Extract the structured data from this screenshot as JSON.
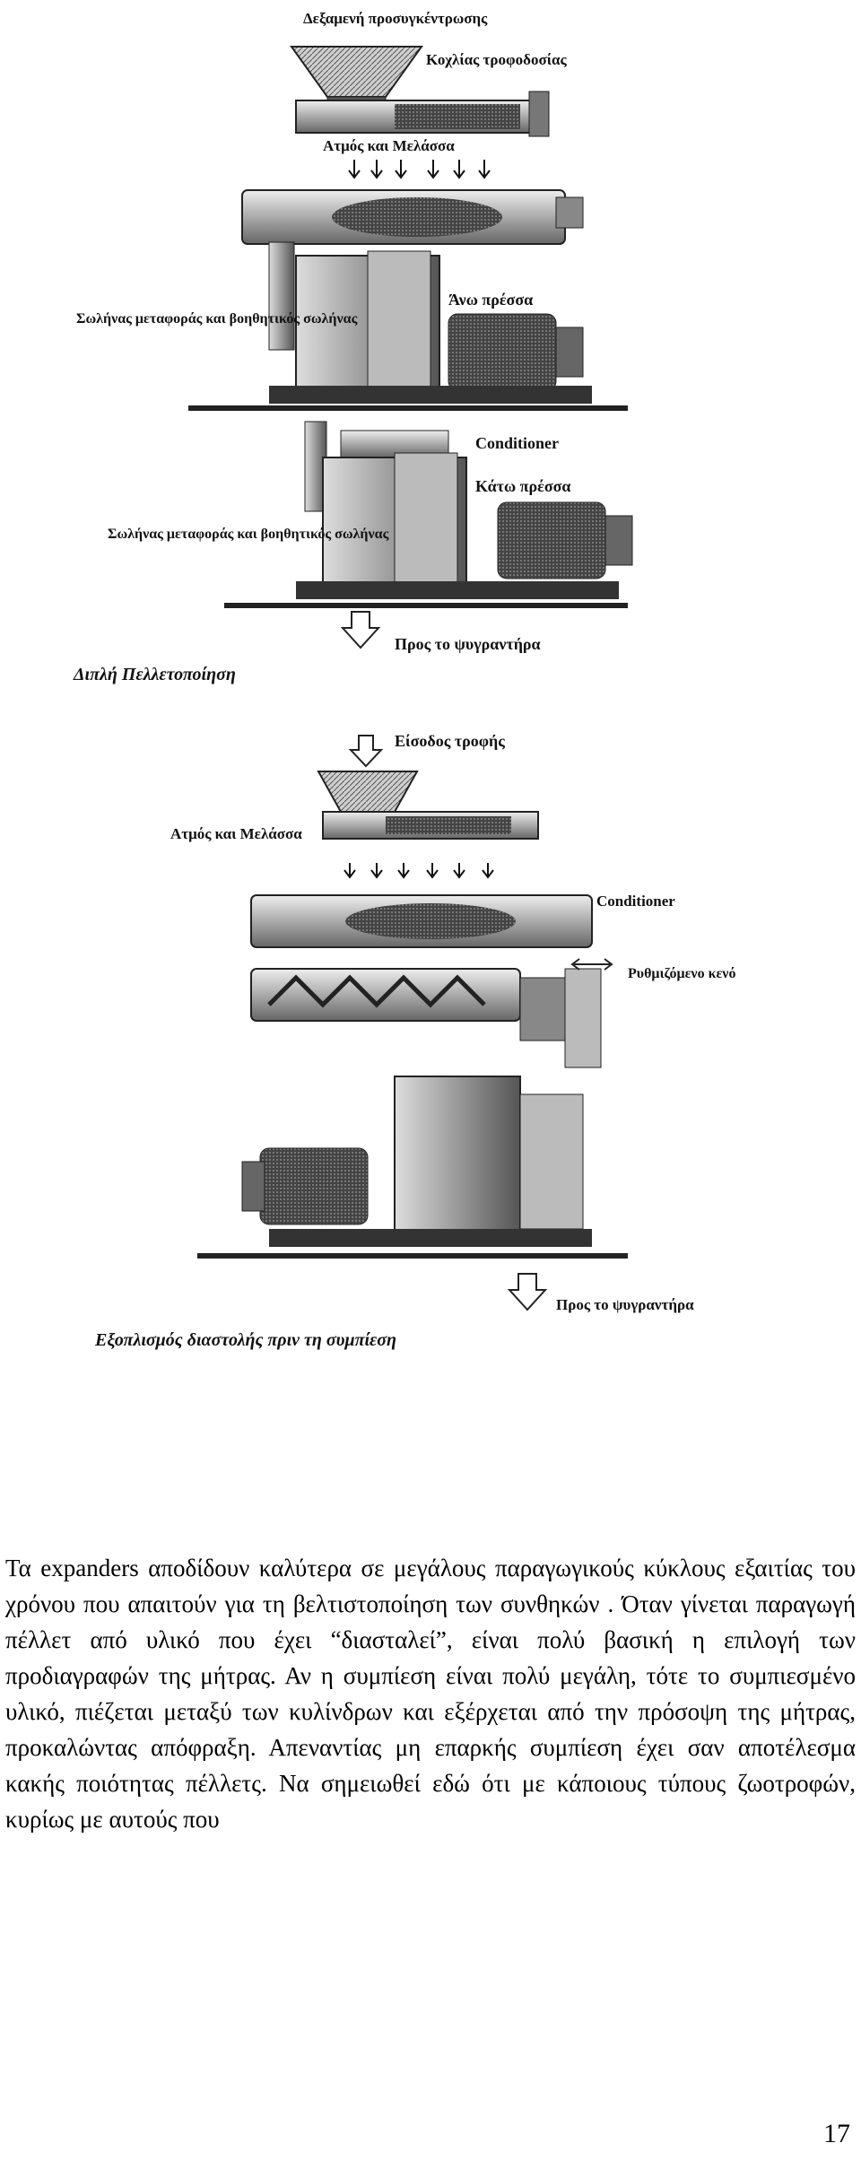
{
  "figure_top": {
    "labels": {
      "feed_tank": "Δεξαμενή προσυγκέντρωσης",
      "feed_screw": "Κοχλίας τροφοδοσίας",
      "steam_molasses": "Ατμός και Μελάσσα",
      "transfer_pipe_1": "Σωλήνας μεταφοράς και βοηθητικός σωλήνας",
      "upper_press": "Άνω πρέσσα",
      "conditioner": "Conditioner",
      "lower_press": "Κάτω πρέσσα",
      "transfer_pipe_2": "Σωλήνας μεταφοράς και βοηθητικός σωλήνας",
      "to_cooler": "Προς το ψυγραντήρα",
      "caption": "Διπλή Πελλετοποίηση"
    }
  },
  "figure_bottom": {
    "labels": {
      "feed_input": "Είσοδος τροφής",
      "steam_molasses": "Ατμός και Μελάσσα",
      "conditioner": "Conditioner",
      "adjustable_gap": "Ρυθμιζόμενο κενό",
      "to_cooler": "Προς το ψυγραντήρα",
      "caption": "Εξοπλισμός διαστολής πριν τη συμπίεση"
    }
  },
  "body_text": "Τα expanders αποδίδουν καλύτερα σε μεγάλους παραγωγικούς κύκλους εξαιτίας του χρόνου που απαιτούν για τη βελτιστοποίηση των συνθηκών . Όταν γίνεται παραγωγή πέλλετ από υλικό που έχει “διασταλεί”, είναι πολύ βασική η επιλογή των προδιαγραφών της μήτρας. Αν η συμπίεση είναι πολύ μεγάλη, τότε το συμπιεσμένο υλικό, πιέζεται μεταξύ των κυλίνδρων και εξέρχεται από την πρόσοψη της μήτρας, προκαλώντας απόφραξη. Απεναντίας μη επαρκής συμπίεση έχει σαν αποτέλεσμα κακής ποιότητας πέλλετς. Να σημειωθεί εδώ ότι με κάποιους τύπους ζωοτροφών, κυρίως με αυτούς που",
  "page_number": "17"
}
